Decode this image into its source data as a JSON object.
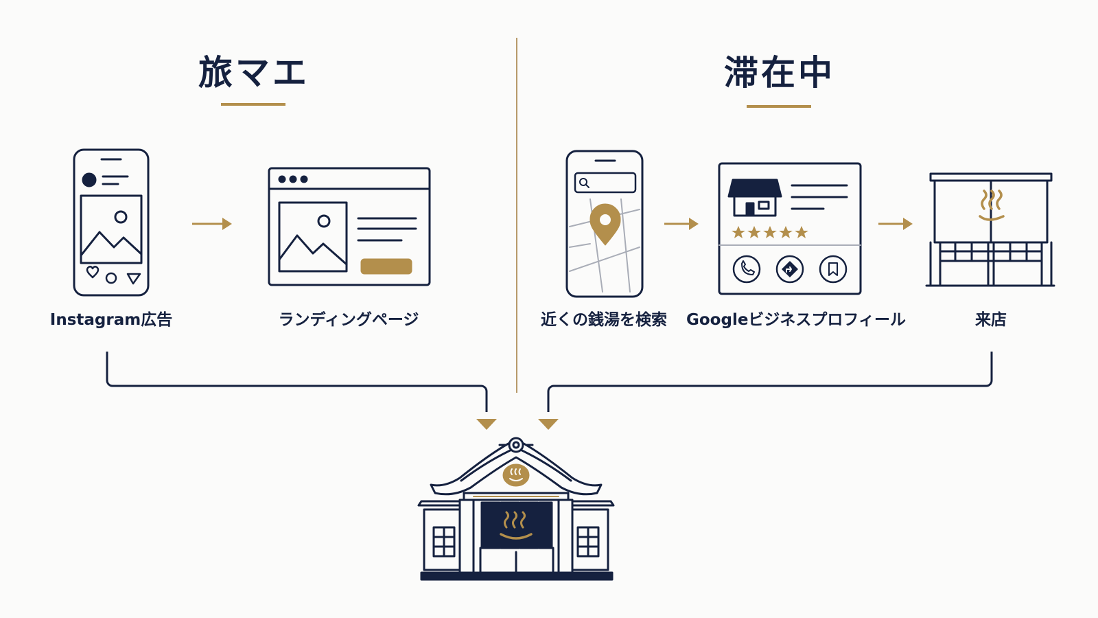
{
  "colors": {
    "navy": "#15213f",
    "gold": "#b38f4c",
    "background": "#fbfbfa",
    "divider": "#b79a6a"
  },
  "sections": {
    "before_trip": {
      "title": "旅マエ",
      "steps": [
        {
          "label": "Instagram広告",
          "icon": "smartphone-instagram-post-icon"
        },
        {
          "label": "ランディングページ",
          "icon": "browser-landing-page-icon"
        }
      ]
    },
    "during_stay": {
      "title": "滞在中",
      "steps": [
        {
          "label": "近くの銭湯を検索",
          "icon": "smartphone-map-search-icon"
        },
        {
          "label": "Googleビジネスプロフィール",
          "icon": "business-profile-card-icon"
        },
        {
          "label": "来店",
          "icon": "noren-shop-entrance-icon"
        }
      ]
    }
  },
  "destination": {
    "icon": "sento-bathhouse-icon"
  },
  "arrows": [
    "arrow-right-icon",
    "arrow-down-icon"
  ]
}
